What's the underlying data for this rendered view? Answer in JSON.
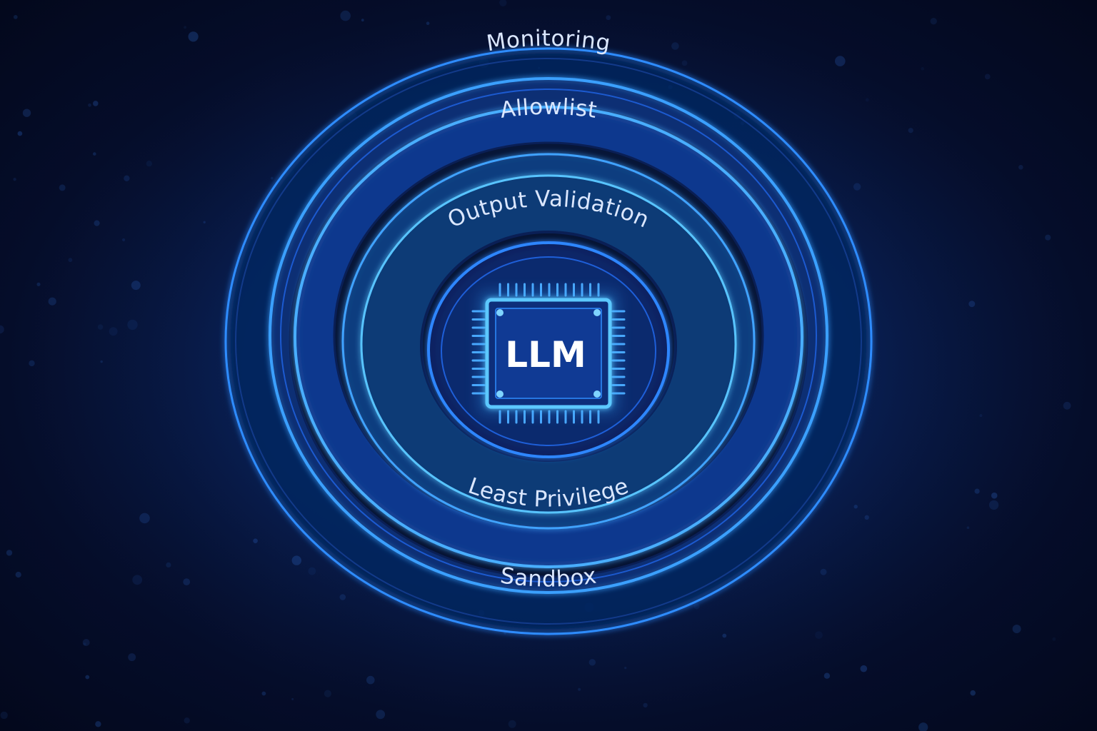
{
  "diagram": {
    "core": {
      "label": "LLM",
      "icon": "chip-icon"
    },
    "layers": [
      {
        "id": "monitoring",
        "label": "Monitoring"
      },
      {
        "id": "allowlist",
        "label": "Allowlist"
      },
      {
        "id": "output-validation",
        "label": "Output Validation"
      },
      {
        "id": "least-privilege",
        "label": "Least Privilege"
      },
      {
        "id": "sandbox",
        "label": "Sandbox"
      }
    ],
    "colors": {
      "accent": "#3fa3ff",
      "glow": "#1f8bff",
      "background": "#050d2a",
      "text": "#dbe7ff"
    }
  }
}
